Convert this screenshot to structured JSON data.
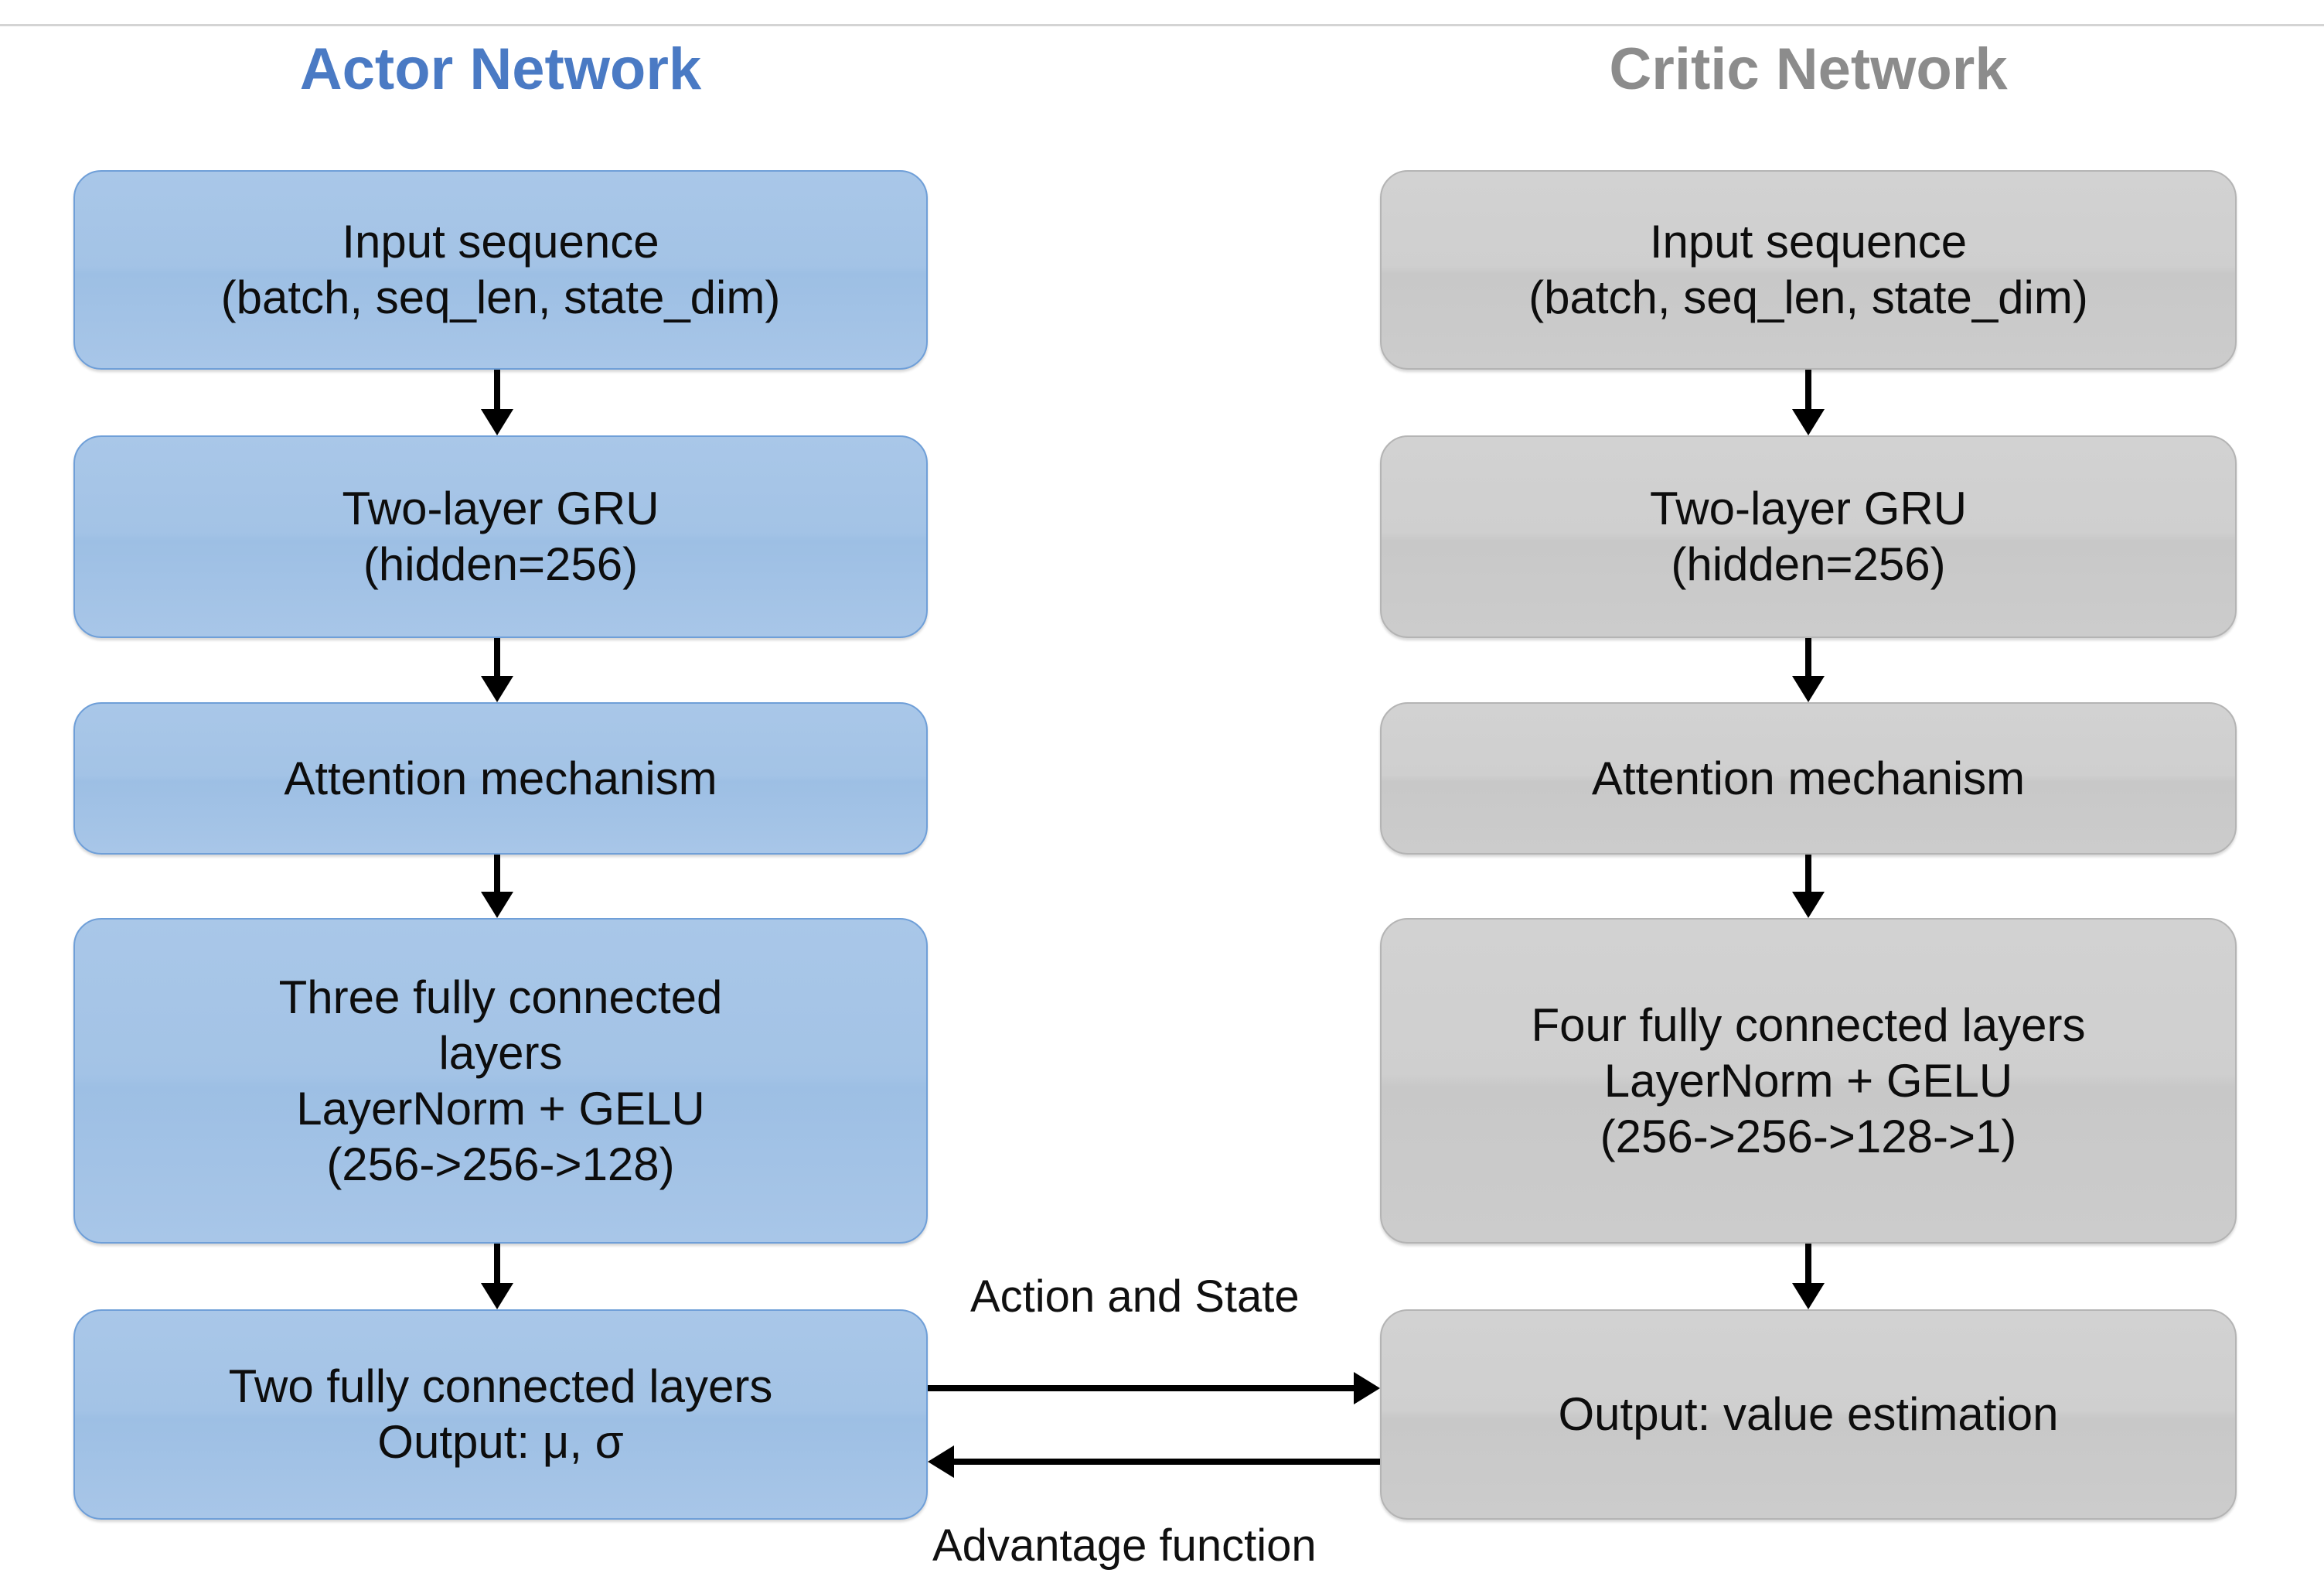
{
  "diagram": {
    "title_actor": "Actor Network",
    "title_critic": "Critic Network",
    "accent_actor": "#4a7ac4",
    "accent_critic": "#8c8c8c",
    "fill_actor": "#a5c4e7",
    "fill_critic": "#cccccc"
  },
  "actor": {
    "nodes": [
      {
        "id": "actor-input",
        "label": "Input sequence\n(batch, seq_len, state_dim)"
      },
      {
        "id": "actor-gru",
        "label": "Two-layer GRU\n(hidden=256)"
      },
      {
        "id": "actor-attention",
        "label": "Attention mechanism"
      },
      {
        "id": "actor-fc",
        "label": "Three fully connected\nlayers\nLayerNorm + GELU\n(256->256->128)"
      },
      {
        "id": "actor-output",
        "label": "Two fully connected layers\nOutput: μ,  σ"
      }
    ]
  },
  "critic": {
    "nodes": [
      {
        "id": "critic-input",
        "label": "Input sequence\n(batch, seq_len, state_dim)"
      },
      {
        "id": "critic-gru",
        "label": "Two-layer GRU\n(hidden=256)"
      },
      {
        "id": "critic-attention",
        "label": "Attention mechanism"
      },
      {
        "id": "critic-fc",
        "label": "Four fully connected layers\nLayerNorm + GELU\n(256->256->128->1)"
      },
      {
        "id": "critic-output",
        "label": "Output: value estimation"
      }
    ]
  },
  "edges": {
    "actor_to_critic": "Action and State",
    "critic_to_actor": "Advantage function"
  }
}
